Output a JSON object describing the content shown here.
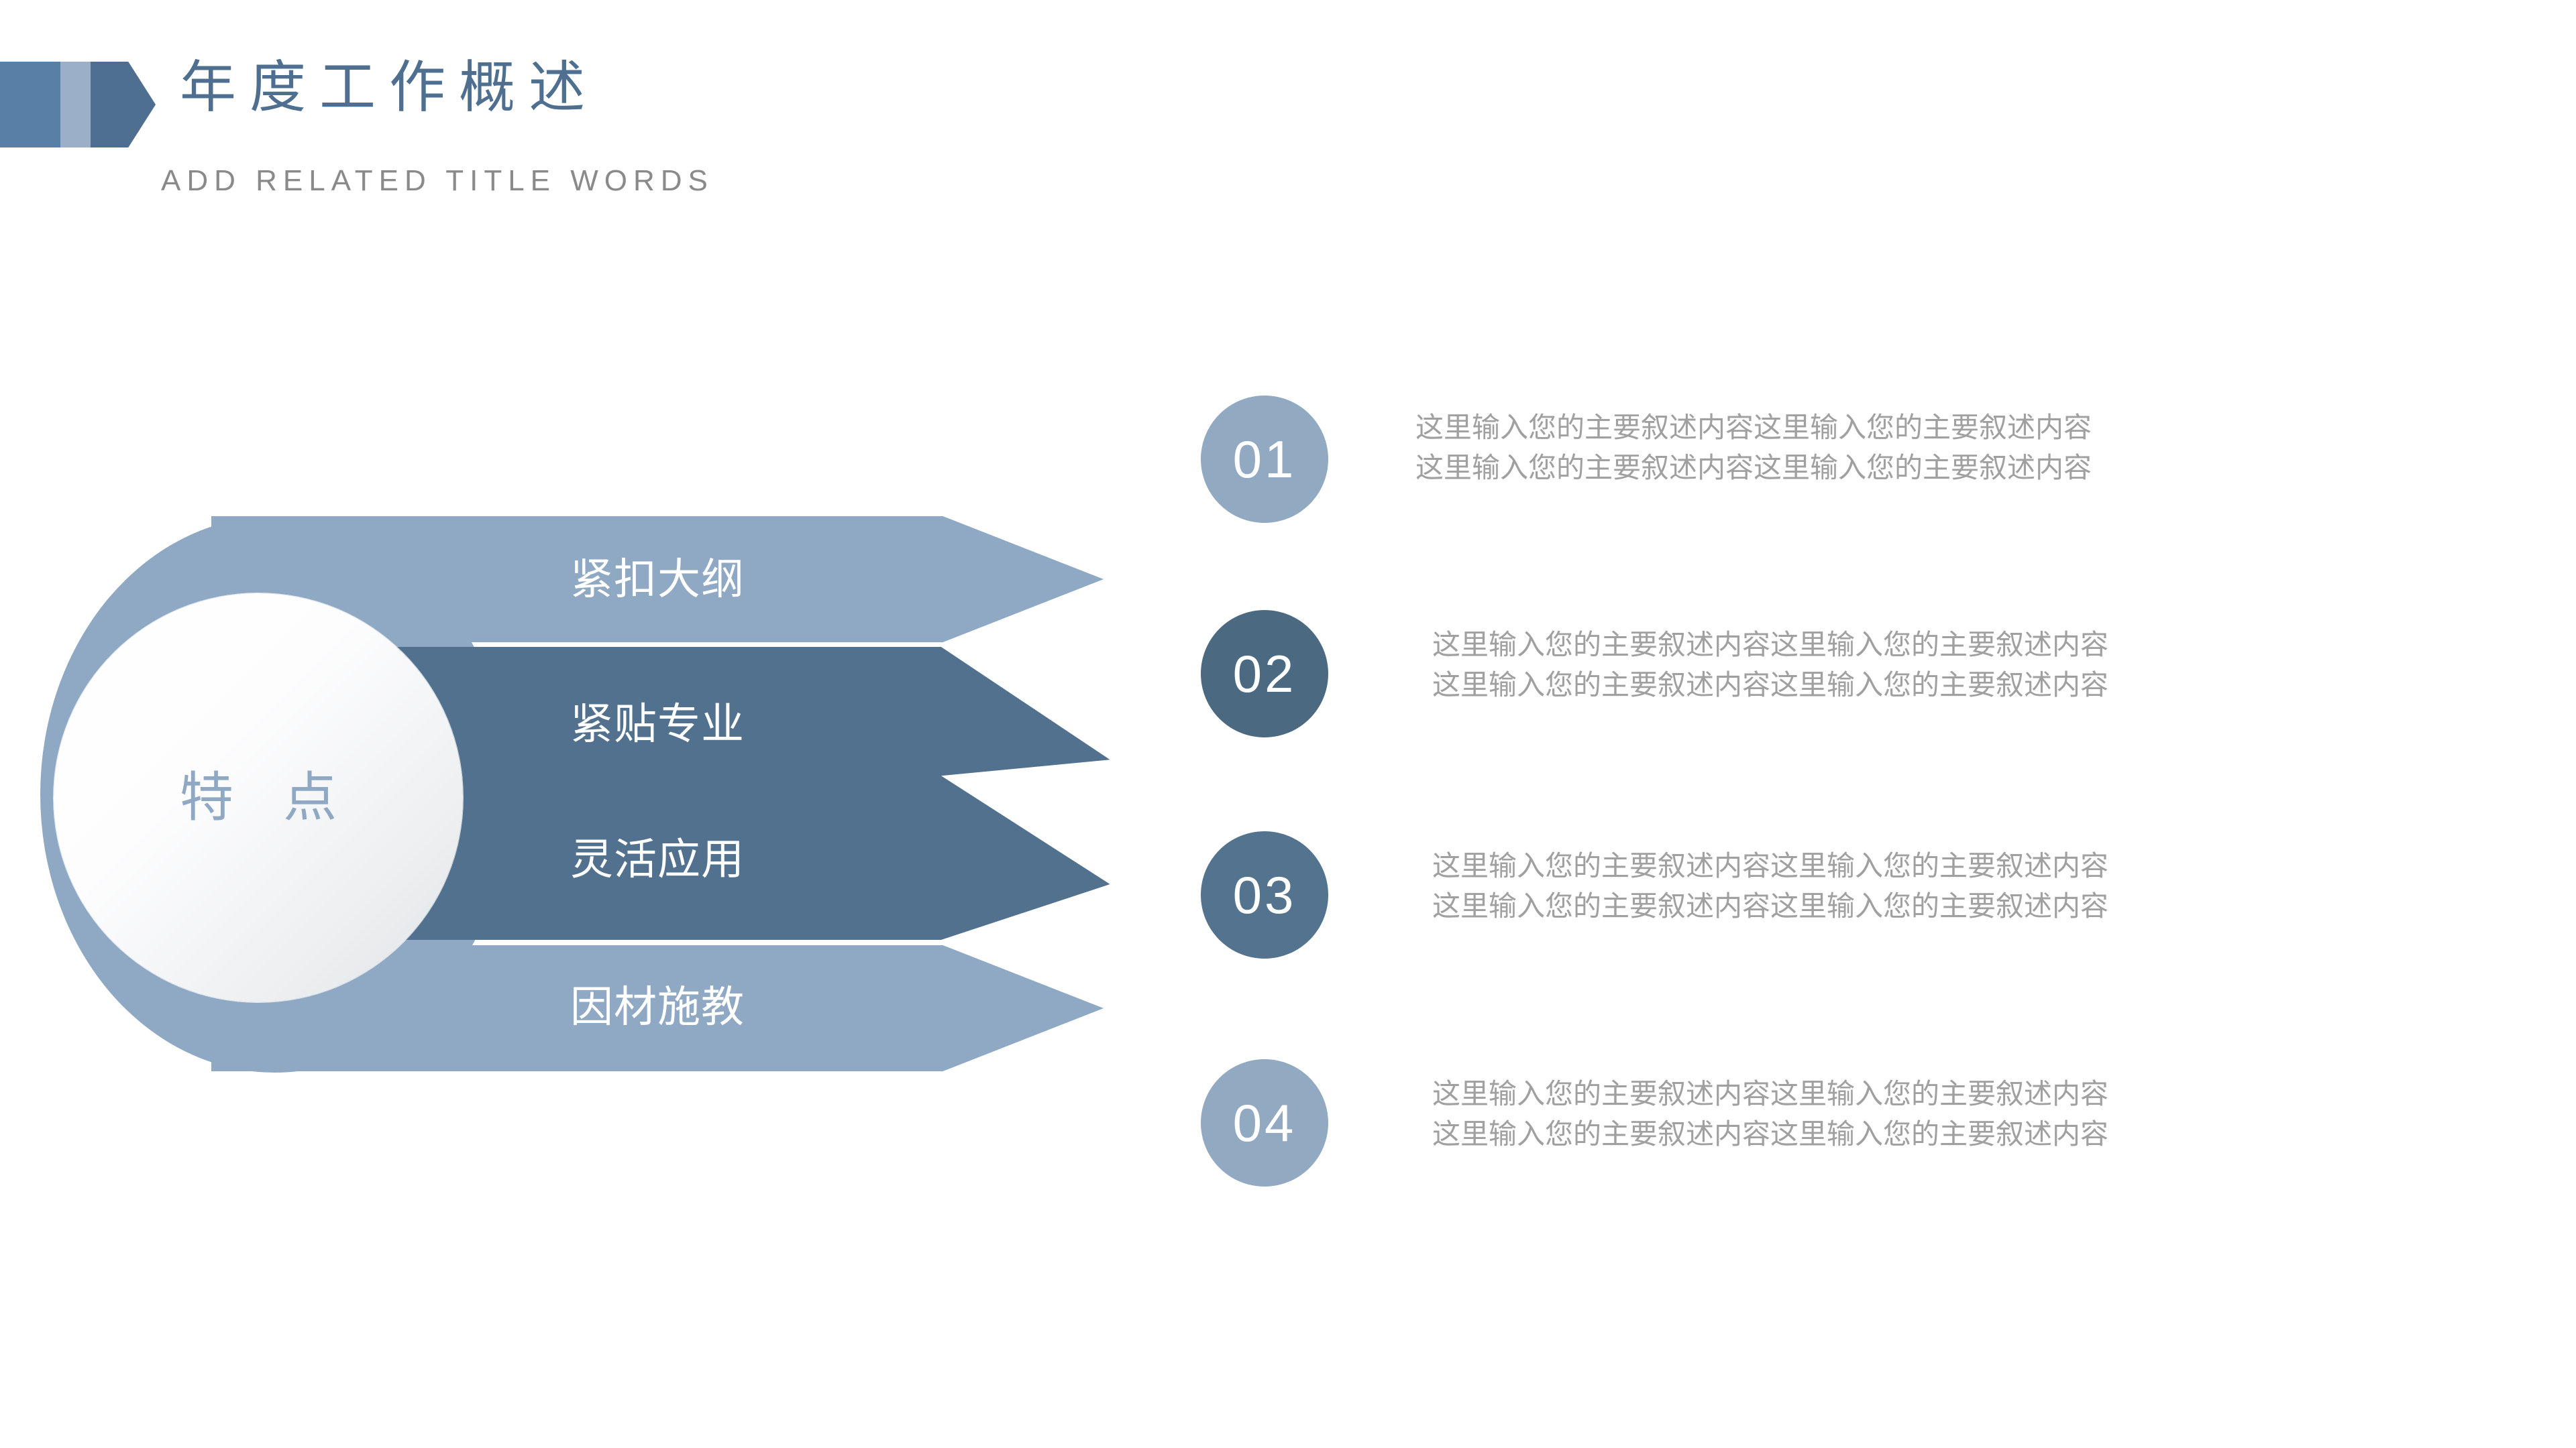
{
  "header": {
    "title": "年度工作概述",
    "subtitle": "ADD RELATED TITLE WORDS",
    "accent_dark": "#4E6F90",
    "accent_mid": "#587FA6",
    "accent_light": "#9BB0C8"
  },
  "diagram": {
    "core_label": "特 点",
    "bands": [
      {
        "label": "紧扣大纲",
        "color": "#8FA9C4"
      },
      {
        "label": "紧贴专业",
        "color": "#51718F"
      },
      {
        "label": "灵活应用",
        "color": "#51718F"
      },
      {
        "label": "因材施教",
        "color": "#8FA9C4"
      }
    ]
  },
  "list": {
    "items": [
      {
        "number": "01",
        "color": "#92A9C2",
        "line1": "这里输入您的主要叙述内容这里输入您的主要叙述内容",
        "line2": "这里输入您的主要叙述内容这里输入您的主要叙述内容"
      },
      {
        "number": "02",
        "color": "#4C6982",
        "line1": "这里输入您的主要叙述内容这里输入您的主要叙述内容",
        "line2": "这里输入您的主要叙述内容这里输入您的主要叙述内容"
      },
      {
        "number": "03",
        "color": "#54738E",
        "line1": "这里输入您的主要叙述内容这里输入您的主要叙述内容",
        "line2": "这里输入您的主要叙述内容这里输入您的主要叙述内容"
      },
      {
        "number": "04",
        "color": "#92A9C2",
        "line1": "这里输入您的主要叙述内容这里输入您的主要叙述内容",
        "line2": "这里输入您的主要叙述内容这里输入您的主要叙述内容"
      }
    ]
  }
}
